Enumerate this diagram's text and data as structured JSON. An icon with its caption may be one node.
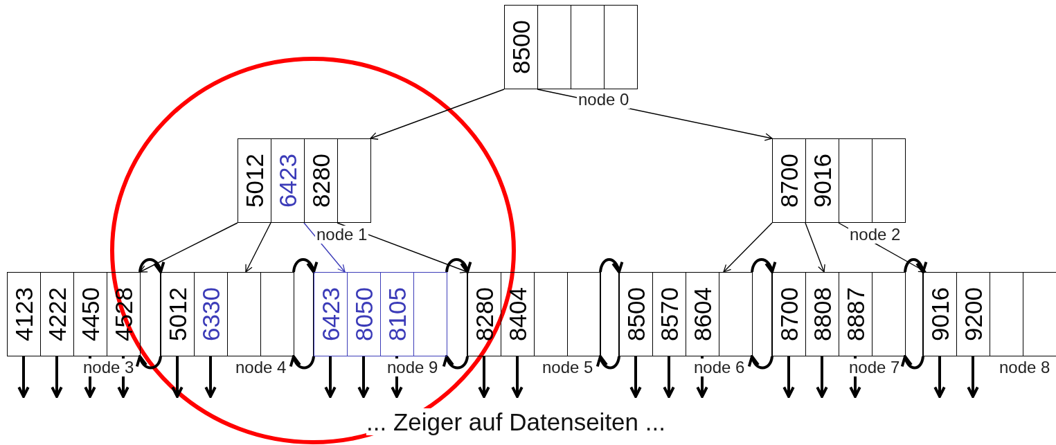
{
  "diagram": {
    "caption": "... Zeiger auf Datenseiten ...",
    "nodes": [
      {
        "text": [
          "8500"
        ],
        "beside": [
          "node 0"
        ]
      },
      {
        "text": [
          "5012",
          "6423",
          "8280"
        ],
        "beside": [
          "node 1"
        ]
      },
      {
        "text": [
          "8700",
          "9016"
        ],
        "beside": [
          "node 2"
        ]
      },
      {
        "text": [
          "4123",
          "4222",
          "4450",
          "4528"
        ],
        "beside": [
          "node 3"
        ]
      },
      {
        "text": [
          "5012",
          "6330"
        ],
        "beside": [
          "node 4"
        ]
      },
      {
        "text": [
          "6423",
          "8050",
          "8105"
        ],
        "beside": [
          "node 9"
        ]
      },
      {
        "text": [
          "8280",
          "8404"
        ],
        "beside": [
          "node 5"
        ]
      },
      {
        "text": [
          "8500",
          "8570",
          "8604"
        ],
        "beside": [
          "node 6"
        ]
      },
      {
        "text": [
          "8700",
          "8808",
          "8887"
        ],
        "beside": [
          "node 7"
        ]
      },
      {
        "text": [
          "9016",
          "9200"
        ],
        "beside": [
          "node 8"
        ]
      }
    ],
    "edges": [
      {
        "from": 0,
        "to": 1,
        "arrow": "to"
      },
      {
        "from": 0,
        "to": 2,
        "arrow": "to"
      },
      {
        "from": 1,
        "to": 3,
        "arrow": "to"
      },
      {
        "from": 1,
        "to": 4,
        "arrow": "to"
      },
      {
        "from": 1,
        "to": 5,
        "arrow": "to",
        "color": "#3b3bb8"
      },
      {
        "from": 1,
        "to": 6,
        "arrow": "to"
      },
      {
        "from": 2,
        "to": 7,
        "arrow": "to"
      },
      {
        "from": 2,
        "to": 8,
        "arrow": "to"
      },
      {
        "from": 2,
        "to": 9,
        "arrow": "to"
      },
      {
        "from": 3,
        "to": 4,
        "arrow": "to"
      },
      {
        "from": 4,
        "to": 3,
        "arrow": "to"
      },
      {
        "from": 4,
        "to": 5,
        "arrow": "to"
      },
      {
        "from": 5,
        "to": 4,
        "arrow": "to"
      },
      {
        "from": 5,
        "to": 6,
        "arrow": "to"
      },
      {
        "from": 6,
        "to": 5,
        "arrow": "to"
      },
      {
        "from": 6,
        "to": 7,
        "arrow": "to"
      },
      {
        "from": 7,
        "to": 6,
        "arrow": "to"
      },
      {
        "from": 7,
        "to": 8,
        "arrow": "to"
      },
      {
        "from": 8,
        "to": 7,
        "arrow": "to"
      },
      {
        "from": 8,
        "to": 9,
        "arrow": "to"
      },
      {
        "from": 9,
        "to": 8,
        "arrow": "to"
      },
      {
        "from": 3,
        "to": null,
        "arrow": "to"
      },
      {
        "from": 3,
        "to": null,
        "arrow": "to"
      },
      {
        "from": 3,
        "to": null,
        "arrow": "to"
      },
      {
        "from": 3,
        "to": null,
        "arrow": "to"
      },
      {
        "from": 4,
        "to": null,
        "arrow": "to"
      },
      {
        "from": 4,
        "to": null,
        "arrow": "to"
      },
      {
        "from": 5,
        "to": null,
        "arrow": "to"
      },
      {
        "from": 5,
        "to": null,
        "arrow": "to"
      },
      {
        "from": 5,
        "to": null,
        "arrow": "to"
      },
      {
        "from": 6,
        "to": null,
        "arrow": "to"
      },
      {
        "from": 6,
        "to": null,
        "arrow": "to"
      },
      {
        "from": 7,
        "to": null,
        "arrow": "to"
      },
      {
        "from": 7,
        "to": null,
        "arrow": "to"
      },
      {
        "from": 7,
        "to": null,
        "arrow": "to"
      },
      {
        "from": 8,
        "to": null,
        "arrow": "to"
      },
      {
        "from": 8,
        "to": null,
        "arrow": "to"
      },
      {
        "from": 8,
        "to": null,
        "arrow": "to"
      },
      {
        "from": 9,
        "to": null,
        "arrow": "to"
      },
      {
        "from": 9,
        "to": null,
        "arrow": "to"
      }
    ]
  }
}
